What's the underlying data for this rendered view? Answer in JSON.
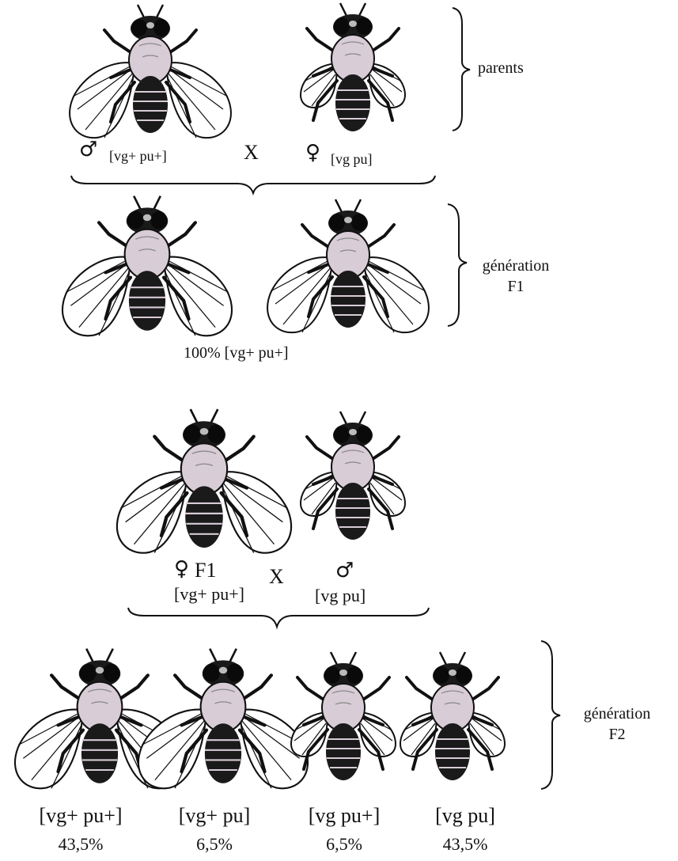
{
  "parents": {
    "male_symbol": "♂",
    "male_phenotype": "[vg+ pu+]",
    "cross": "X",
    "female_symbol": "♀",
    "female_phenotype": "[vg pu]",
    "label": "parents"
  },
  "f1": {
    "label_line1": "génération",
    "label_line2": "F1",
    "result": "100% [vg+ pu+]"
  },
  "testcross": {
    "female_symbol": "♀",
    "female_tag": "F1",
    "female_phenotype": "[vg+ pu+]",
    "cross": "X",
    "male_symbol": "♂",
    "male_phenotype": "[vg pu]"
  },
  "f2": {
    "label_line1": "génération",
    "label_line2": "F2",
    "offspring": [
      {
        "phenotype": "[vg+ pu+]",
        "percent": "43,5%"
      },
      {
        "phenotype": "[vg+ pu]",
        "percent": "6,5%"
      },
      {
        "phenotype": "[vg pu+]",
        "percent": "6,5%"
      },
      {
        "phenotype": "[vg pu]",
        "percent": "43,5%"
      }
    ]
  },
  "icons": {
    "normal_wing_fly": "fly-long-wings-icon",
    "vestigial_wing_fly": "fly-vestigial-wings-icon",
    "male": "male-symbol-icon",
    "female": "female-symbol-icon"
  },
  "colors": {
    "ink": "#111111",
    "thorax": "#d8ccd6",
    "background": "#ffffff"
  }
}
